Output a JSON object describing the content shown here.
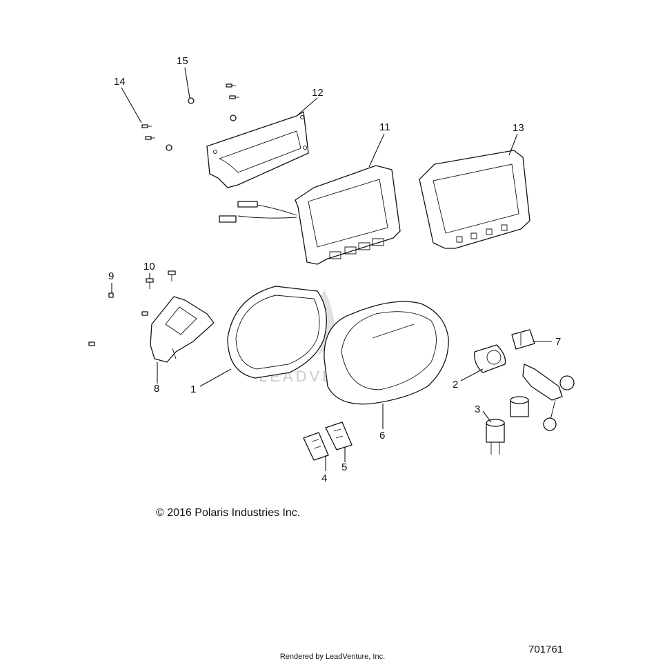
{
  "callouts": [
    {
      "id": "c1",
      "label": "1"
    },
    {
      "id": "c2",
      "label": "2"
    },
    {
      "id": "c3",
      "label": "3"
    },
    {
      "id": "c4",
      "label": "4"
    },
    {
      "id": "c5",
      "label": "5"
    },
    {
      "id": "c6",
      "label": "6"
    },
    {
      "id": "c7",
      "label": "7"
    },
    {
      "id": "c8",
      "label": "8"
    },
    {
      "id": "c9",
      "label": "9"
    },
    {
      "id": "c10",
      "label": "10"
    },
    {
      "id": "c11",
      "label": "11"
    },
    {
      "id": "c12",
      "label": "12"
    },
    {
      "id": "c13",
      "label": "13"
    },
    {
      "id": "c14",
      "label": "14"
    },
    {
      "id": "c15",
      "label": "15"
    }
  ],
  "watermark": "LEADVENTURE",
  "copyright": "© 2016 Polaris Industries Inc.",
  "rendered_by": "Rendered by LeadVenture, Inc.",
  "diagram_id": "701761"
}
